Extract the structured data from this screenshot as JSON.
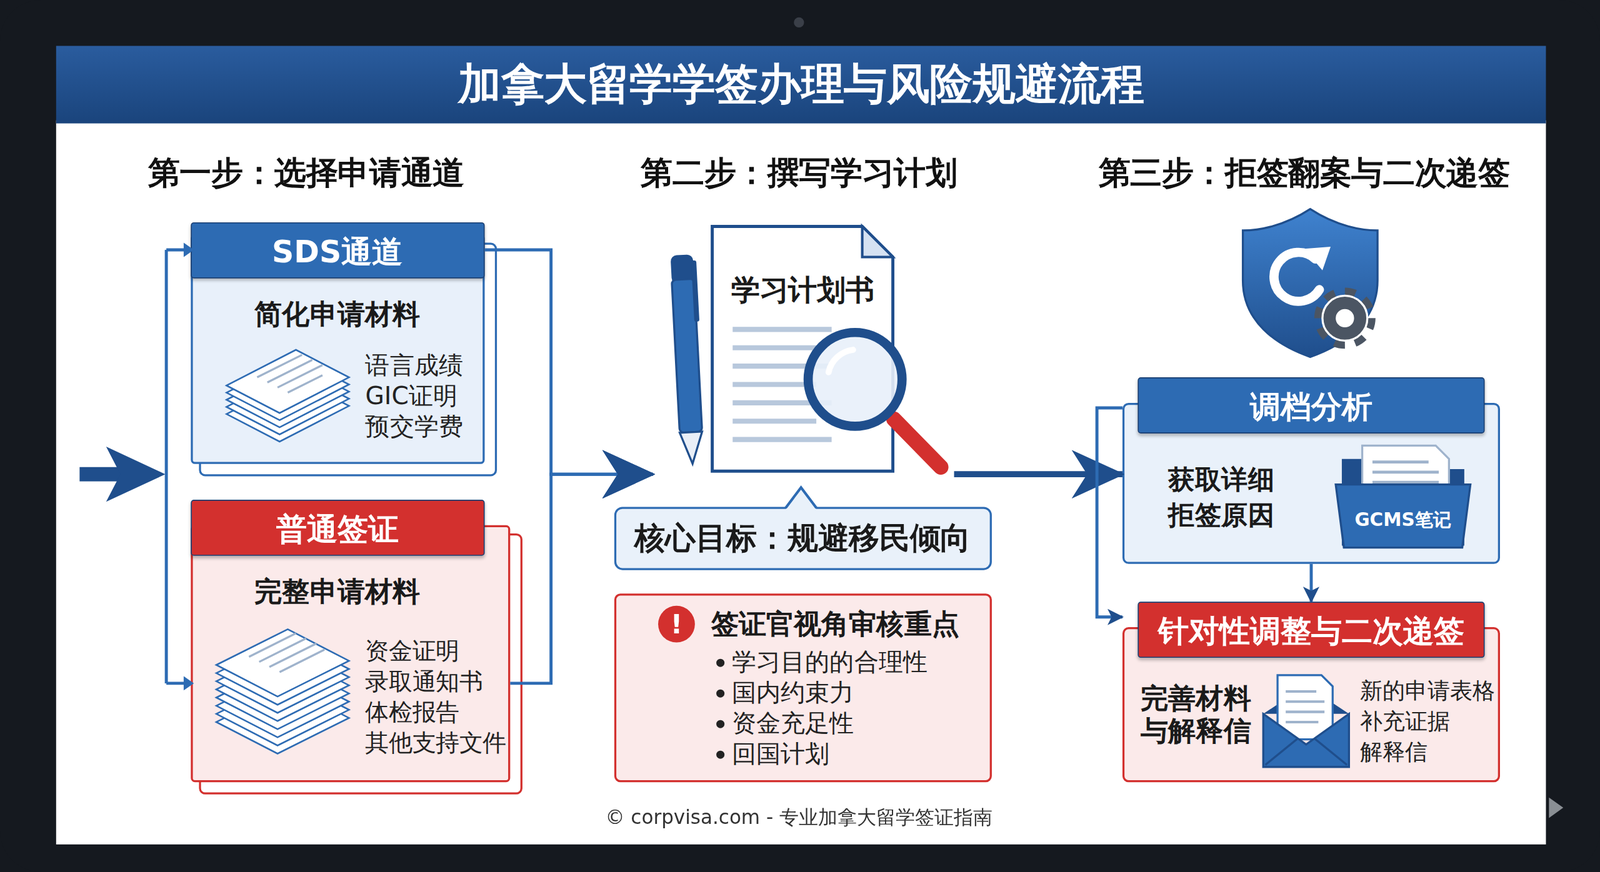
{
  "diagram": {
    "title": "加拿大留学学签办理与风险规避流程",
    "caption": "© corpvisa.com - 专业加拿大留学签证指南",
    "nodes": [
      {
        "text": [
          "SDS通道",
          "简化申请材料",
          "语言成绩",
          "GIC证明",
          "预交学费"
        ]
      },
      {
        "text": [
          "普通签证",
          "完整申请材料",
          "资金证明",
          "录取通知书",
          "体检报告",
          "其他支持文件"
        ]
      },
      {
        "text": [
          "学习计划书"
        ]
      },
      {
        "text": [
          "核心目标：规避移民倾向"
        ]
      },
      {
        "text": [
          "签证官视角审核重点",
          "学习目的的合理性",
          "国内约束力",
          "资金充足性",
          "回国计划"
        ]
      },
      {
        "text": [
          "调档分析",
          "获取详细 拒签原因"
        ]
      },
      {
        "text": [
          "GCMS笔记"
        ],
        "in": 5
      },
      {
        "text": [
          "针对性调整与二次递签",
          "完善材料 与解释信",
          "新的申请表格",
          "补充证据",
          "解释信"
        ]
      }
    ],
    "edges": [
      {
        "from": 0,
        "to": 2,
        "arrow": "to"
      },
      {
        "from": 1,
        "to": 2,
        "arrow": "to"
      },
      {
        "from": 2,
        "to": 5,
        "arrow": "to"
      },
      {
        "from": 5,
        "to": 7,
        "arrow": "to"
      },
      {
        "from": 5,
        "to": 7,
        "arrow": "to"
      }
    ],
    "labels": [
      "第一步：选择申请通道",
      "第二步：撰写学习计划",
      "第三步：拒签翻案与二次递签",
      "!"
    ]
  }
}
